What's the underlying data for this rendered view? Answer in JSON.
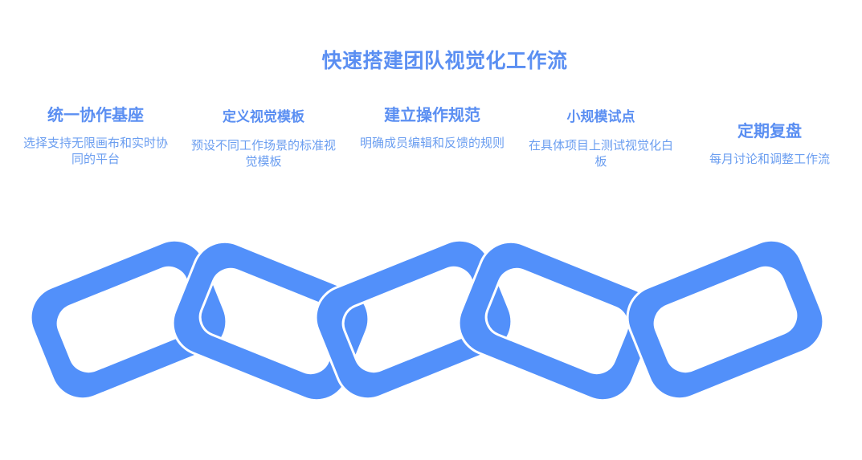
{
  "title": "快速搭建团队视觉化工作流",
  "colors": {
    "accent": "#5b8ff2",
    "chain": "#5290fa",
    "text": "#6b9ef0"
  },
  "steps": [
    {
      "title": "统一协作基座",
      "desc": "选择支持无限画布和实时协同的平台"
    },
    {
      "title": "定义视觉模板",
      "desc": "预设不同工作场景的标准视觉模板"
    },
    {
      "title": "建立操作规范",
      "desc": "明确成员编辑和反馈的规则"
    },
    {
      "title": "小规模试点",
      "desc": "在具体项目上测试视觉化白板"
    },
    {
      "title": "定期复盘",
      "desc": "每月讨论和调整工作流"
    }
  ]
}
